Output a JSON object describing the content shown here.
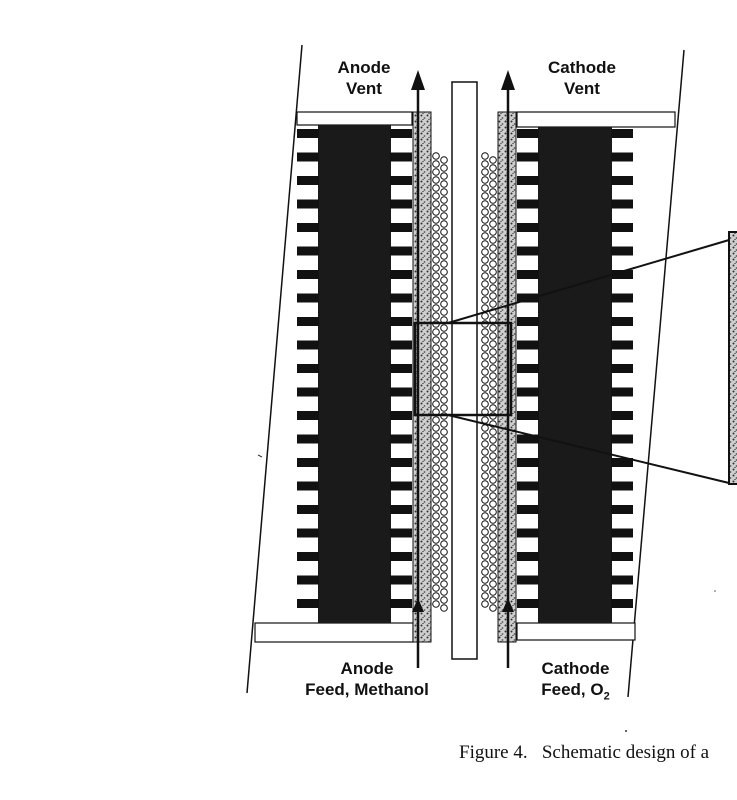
{
  "labels": {
    "anode_vent_line1": "Anode",
    "anode_vent_line2": "Vent",
    "cathode_vent_line1": "Cathode",
    "cathode_vent_line2": "Vent",
    "anode_feed_line1": "Anode",
    "anode_feed_line2": "Feed, Methanol",
    "cathode_feed_line1": "Cathode",
    "cathode_feed_line2": "Feed, O",
    "cathode_feed_subscript": "2"
  },
  "caption": {
    "figure_number": "Figure 4.",
    "text": "Schematic design of a"
  },
  "colors": {
    "ink": "#111111",
    "flow_field_fill": "#1a1a1a",
    "diffusion_layer_fill": "#d9d9d9",
    "membrane_fill": "#ffffff"
  }
}
